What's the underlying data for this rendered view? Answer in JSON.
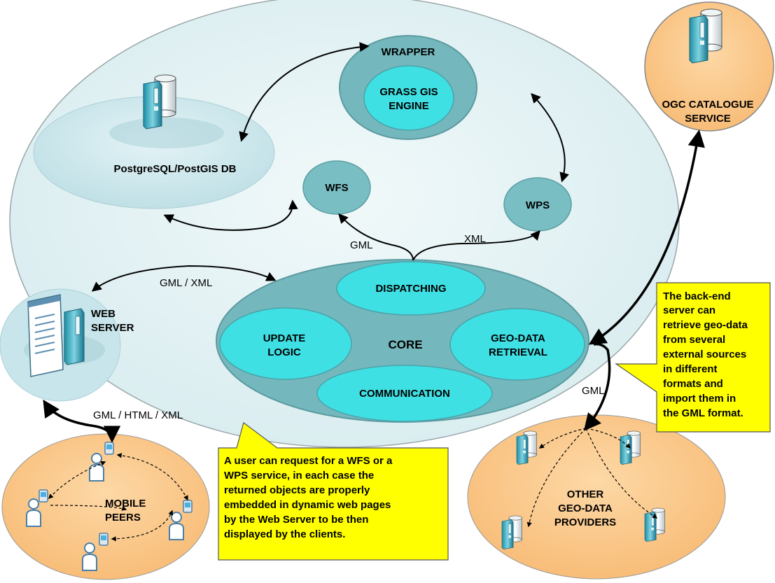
{
  "components": {
    "wrapper": "WRAPPER",
    "grass_line1": "GRASS GIS",
    "grass_line2": "ENGINE",
    "postgres": "PostgreSQL/PostGIS DB",
    "wfs": "WFS",
    "wps": "WPS",
    "core": "CORE",
    "dispatching": "DISPATCHING",
    "update_line1": "UPDATE",
    "update_line2": "LOGIC",
    "geo_line1": "GEO-DATA",
    "geo_line2": "RETRIEVAL",
    "communication": "COMMUNICATION",
    "web_line1": "WEB",
    "web_line2": "SERVER",
    "ogc_line1": "OGC CATALOGUE",
    "ogc_line2": "SERVICE",
    "mobile_line1": "MOBILE",
    "mobile_line2": "PEERS",
    "other_line1": "OTHER",
    "other_line2": "GEO-DATA",
    "other_line3": "PROVIDERS"
  },
  "edge_labels": {
    "gml_wfs": "GML",
    "xml_wps": "XML",
    "gml_xml_web": "GML / XML",
    "gml_html_xml": "GML / HTML / XML",
    "gml_providers": "GML"
  },
  "callouts": {
    "right": [
      "The back-end",
      "server can",
      "retrieve geo-data",
      "from several",
      "external sources",
      "in different",
      "formats and",
      "import them in",
      "the GML format."
    ],
    "bottom": [
      "A user can request for a WFS or a",
      "WPS service, in each case the",
      "returned objects are properly",
      "embedded in dynamic web pages",
      "by the Web Server to be then",
      "displayed by the clients."
    ]
  },
  "colors": {
    "main_ellipse": "#e3f1f3",
    "teal": "#79bec3",
    "cyan": "#3fe0e4",
    "orange": "#fbc98c",
    "callout": "#ffff00"
  }
}
